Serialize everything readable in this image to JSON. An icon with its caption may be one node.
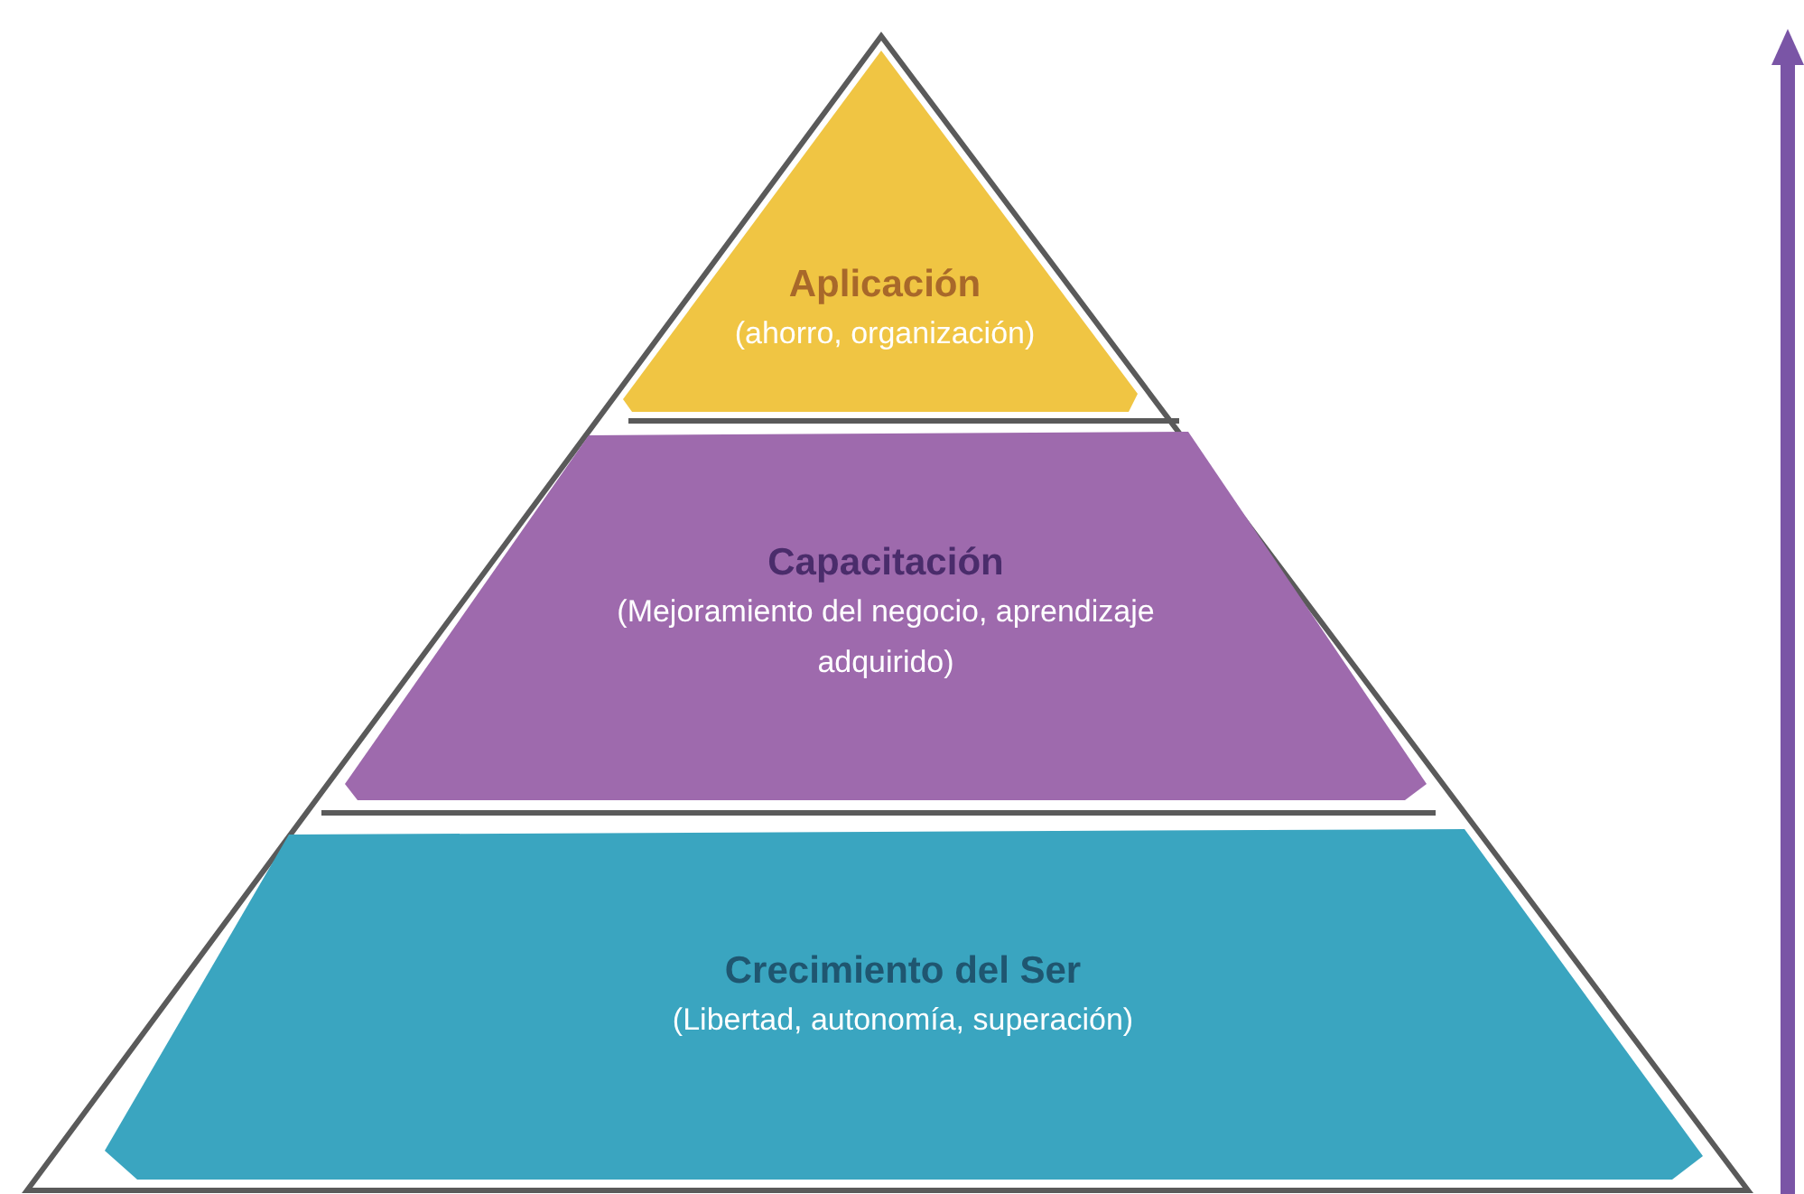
{
  "diagram": {
    "nodes": [
      {
        "text": [
          "Aplicación",
          "(ahorro, organización)"
        ]
      },
      {
        "text": [
          "Capacitación",
          "(Mejoramiento del negocio, aprendizaje adquirido)"
        ]
      },
      {
        "text": [
          "Crecimiento del Ser",
          "(Libertad, autonomía, superación)"
        ]
      }
    ]
  }
}
